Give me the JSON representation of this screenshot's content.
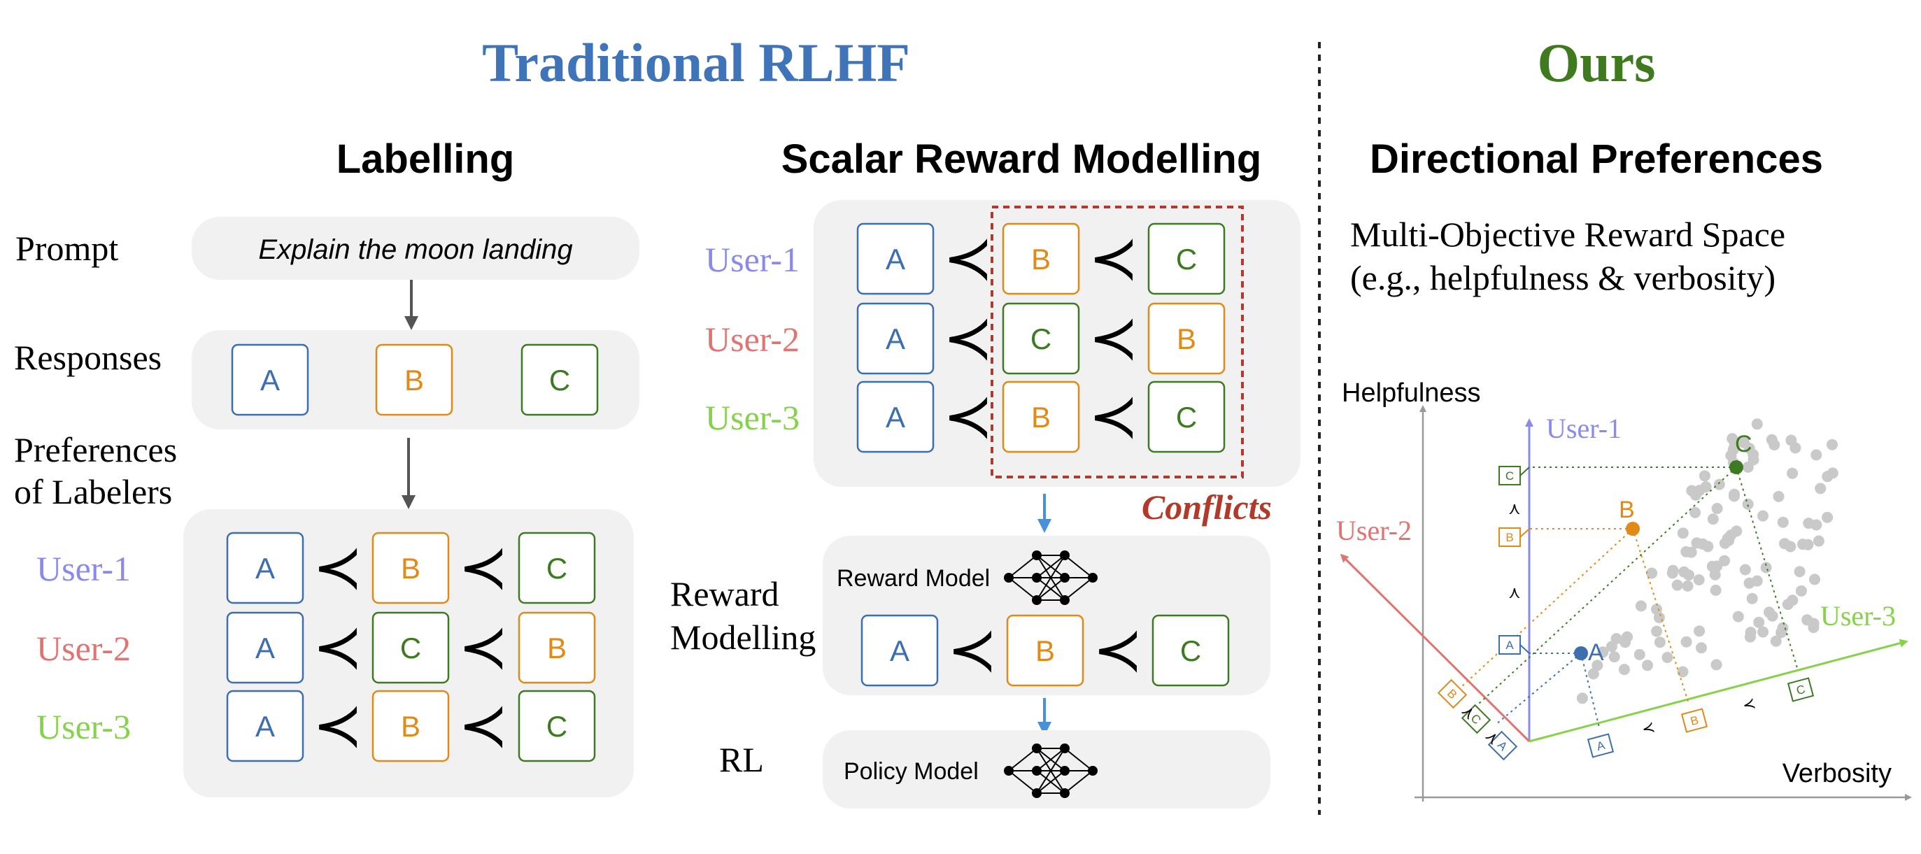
{
  "titles": {
    "traditional": "Traditional RLHF",
    "ours": "Ours",
    "labelling": "Labelling",
    "scalar": "Scalar Reward Modelling",
    "directional": "Directional Preferences"
  },
  "labelling": {
    "prompt_label": "Prompt",
    "prompt_text": "Explain the moon landing",
    "responses_label": "Responses",
    "preferences_label_1": "Preferences",
    "preferences_label_2": "of Labelers"
  },
  "users": [
    "User-1",
    "User-2",
    "User-3"
  ],
  "orderings": [
    [
      "A",
      "B",
      "C"
    ],
    [
      "A",
      "C",
      "B"
    ],
    [
      "A",
      "B",
      "C"
    ]
  ],
  "responses": [
    "A",
    "B",
    "C"
  ],
  "prec": "≺",
  "scalar": {
    "conflicts": "Conflicts",
    "reward_modelling_1": "Reward",
    "reward_modelling_2": "Modelling",
    "reward_model": "Reward Model",
    "rl": "RL",
    "policy_model": "Policy Model",
    "final_order": [
      "A",
      "B",
      "C"
    ]
  },
  "ours": {
    "space_1": "Multi-Objective Reward Space",
    "space_2": "(e.g., helpfulness & verbosity)",
    "helpfulness": "Helpfulness",
    "verbosity": "Verbosity",
    "user1": "User-1",
    "user2": "User-2",
    "user3": "User-3",
    "pt_a": "A",
    "pt_b": "B",
    "pt_c": "C"
  },
  "colors": {
    "title_blue": "#3f74b8",
    "title_green": "#3f7a1f",
    "a": "#3d6fb0",
    "b": "#e08a18",
    "c": "#3d7a22",
    "user1": "#8a8aec",
    "user2": "#e07470",
    "user3": "#86d24a",
    "conflict": "#b23a2a",
    "panel": "#f1f1f1"
  }
}
